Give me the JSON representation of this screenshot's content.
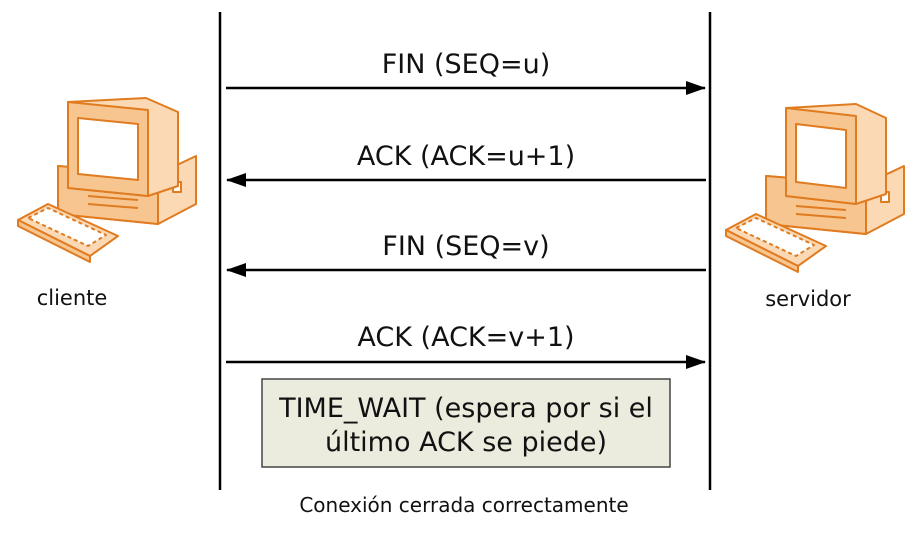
{
  "hosts": {
    "client_label": "cliente",
    "server_label": "servidor"
  },
  "messages": [
    {
      "label": "FIN (SEQ=u)",
      "direction": "to-server"
    },
    {
      "label": "ACK (ACK=u+1)",
      "direction": "to-client"
    },
    {
      "label": "FIN (SEQ=v)",
      "direction": "to-client"
    },
    {
      "label": "ACK (ACK=v+1)",
      "direction": "to-server"
    }
  ],
  "note": {
    "line1": "TIME_WAIT (espera por si el",
    "line2": "último ACK se piede)"
  },
  "footer": "Conexión cerrada correctamente",
  "colors": {
    "computer_fill": "#fbd9b4",
    "computer_stroke": "#e07b20",
    "screen": "#ffffff",
    "note_fill": "#ebebde",
    "note_stroke": "#444444",
    "line": "#000000"
  }
}
